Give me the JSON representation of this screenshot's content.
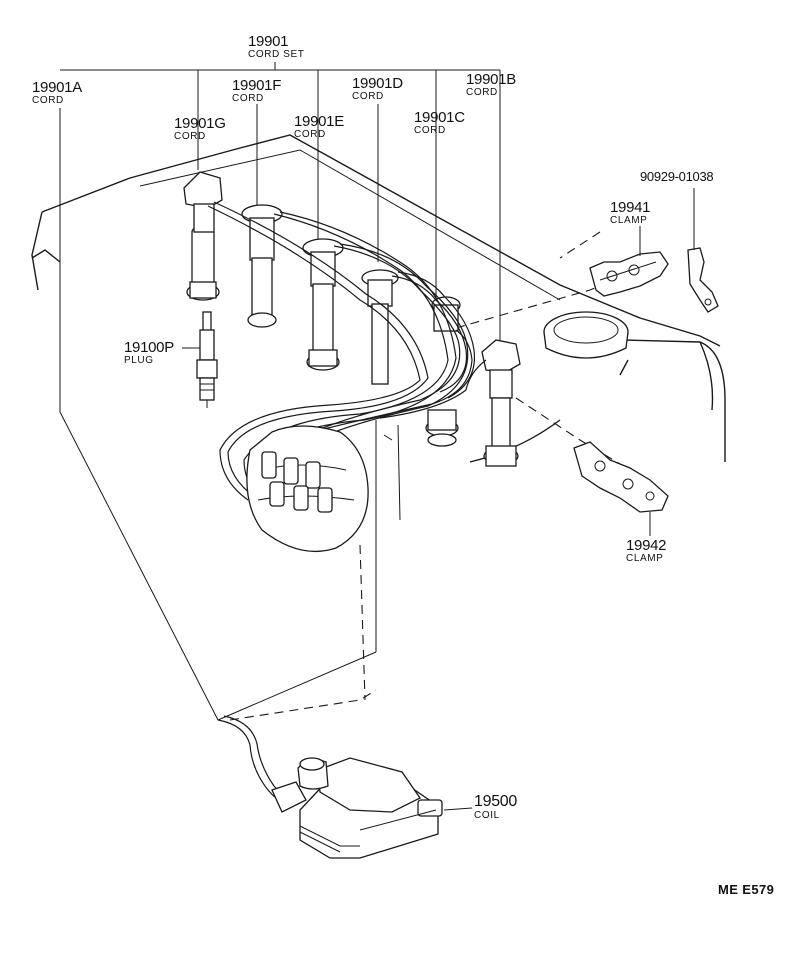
{
  "cord_set": {
    "number": "19901",
    "name": "CORD SET"
  },
  "cords": [
    {
      "number": "19901A",
      "name": "CORD"
    },
    {
      "number": "19901B",
      "name": "CORD"
    },
    {
      "number": "19901C",
      "name": "CORD"
    },
    {
      "number": "19901D",
      "name": "CORD"
    },
    {
      "number": "19901E",
      "name": "CORD"
    },
    {
      "number": "19901F",
      "name": "CORD"
    },
    {
      "number": "19901G",
      "name": "CORD"
    }
  ],
  "bracket": {
    "number": "90929-01038"
  },
  "clamp_1": {
    "number": "19941",
    "name": "CLAMP"
  },
  "clamp_2": {
    "number": "19942",
    "name": "CLAMP"
  },
  "plug": {
    "number": "19100P",
    "name": "PLUG"
  },
  "coil": {
    "number": "19500",
    "name": "COIL"
  },
  "drawing_code": "ME E579"
}
